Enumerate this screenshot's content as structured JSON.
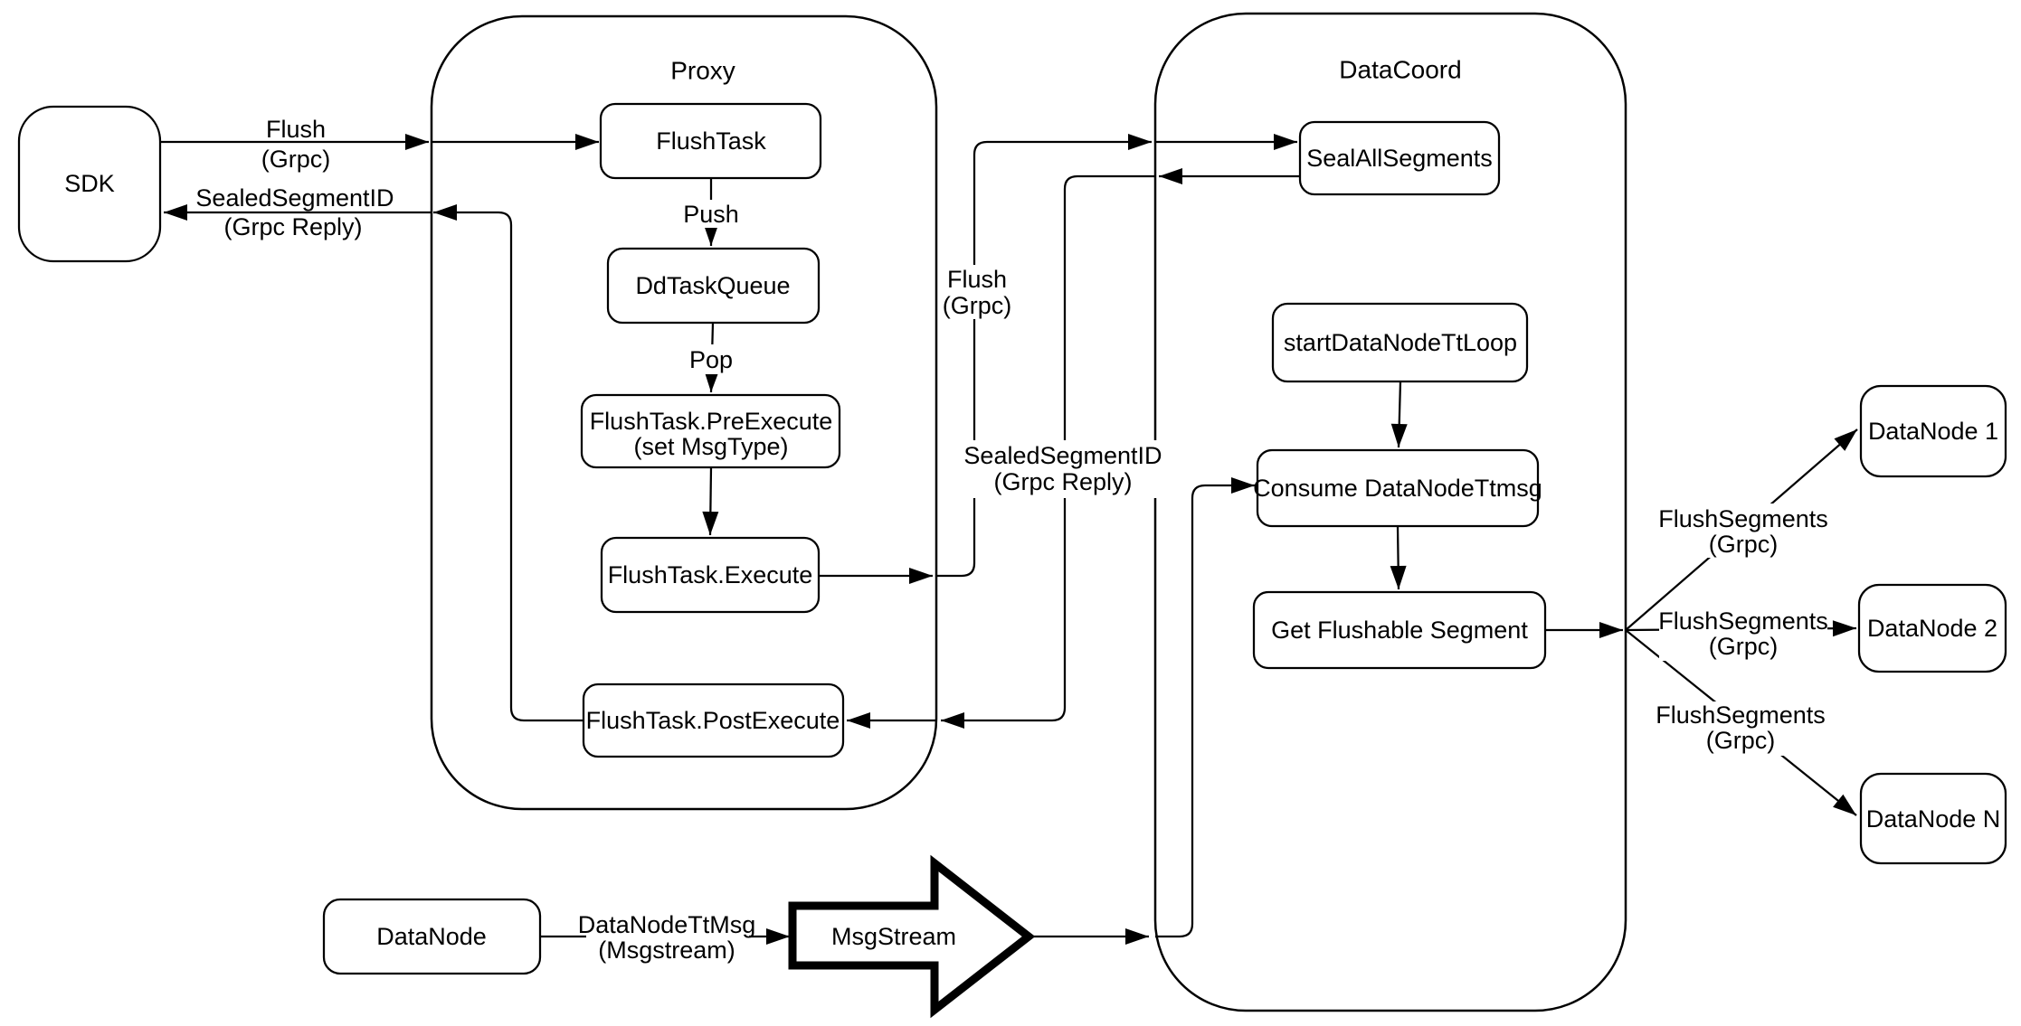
{
  "diagram": {
    "colors": {
      "stroke": "#000000",
      "fill": "#ffffff",
      "text": "#000000",
      "background": "#ffffff"
    },
    "containers": {
      "proxy": {
        "title": "Proxy"
      },
      "datacoord": {
        "title": "DataCoord"
      }
    },
    "nodes": {
      "sdk": {
        "label": "SDK"
      },
      "flush_task": {
        "label": "FlushTask"
      },
      "dd_task_queue": {
        "label": "DdTaskQueue"
      },
      "flush_task_pre_execute": {
        "line1": "FlushTask.PreExecute",
        "line2": "(set MsgType)"
      },
      "flush_task_execute": {
        "label": "FlushTask.Execute"
      },
      "flush_task_post_execute": {
        "label": "FlushTask.PostExecute"
      },
      "seal_all_segments": {
        "label": "SealAllSegments"
      },
      "start_datanode_tt_loop": {
        "label": "startDataNodeTtLoop"
      },
      "consume_datanode_ttmsg": {
        "label": "Consume DataNodeTtmsg"
      },
      "get_flushable_segment": {
        "label": "Get Flushable Segment"
      },
      "datanode_1": {
        "label": "DataNode 1"
      },
      "datanode_2": {
        "label": "DataNode 2"
      },
      "datanode_n": {
        "label": "DataNode N"
      },
      "datanode": {
        "label": "DataNode"
      },
      "msgstream": {
        "label": "MsgStream"
      }
    },
    "edge_labels": {
      "sdk_flush": {
        "line1": "Flush",
        "line2": "(Grpc)"
      },
      "sdk_sealed": {
        "line1": "SealedSegmentID",
        "line2": "(Grpc Reply)"
      },
      "push": {
        "text": "Push"
      },
      "pop": {
        "text": "Pop"
      },
      "mid_flush": {
        "line1": "Flush",
        "line2": "(Grpc)"
      },
      "mid_sealed": {
        "line1": "SealedSegmentID",
        "line2": "(Grpc Reply)"
      },
      "flush_segments_1": {
        "line1": "FlushSegments",
        "line2": "(Grpc)"
      },
      "flush_segments_2": {
        "line1": "FlushSegments",
        "line2": "(Grpc)"
      },
      "flush_segments_3": {
        "line1": "FlushSegments",
        "line2": "(Grpc)"
      },
      "datanode_ttmsg": {
        "line1": "DataNodeTtMsg",
        "line2": "(Msgstream)"
      }
    }
  }
}
